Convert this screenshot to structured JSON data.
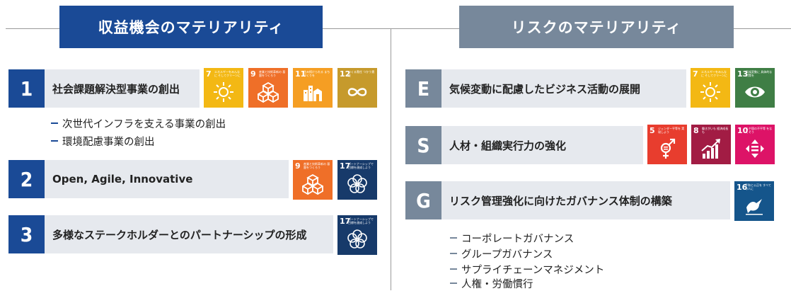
{
  "headers": {
    "left": "収益機会のマテリアリティ",
    "right": "リスクのマテリアリティ"
  },
  "left_rows": [
    {
      "badge": "1",
      "title": "社会課題解決型事業の創出"
    },
    {
      "badge": "2",
      "title": "Open, Agile, Innovative"
    },
    {
      "badge": "3",
      "title": "多様なステークホルダーとのパートナーシップの形成"
    }
  ],
  "left_sub_items": [
    "次世代インフラを支える事業の創出",
    "環境配慮事業の創出"
  ],
  "right_rows": [
    {
      "badge": "E",
      "title": "気候変動に配慮したビジネス活動の展開"
    },
    {
      "badge": "S",
      "title": "人材・組織実行力の強化"
    },
    {
      "badge": "G",
      "title": "リスク管理強化に向けたガバナンス体制の構築"
    }
  ],
  "right_sub_items": [
    "コーポレートガバナンス",
    "グループガバナンス",
    "サプライチェーンマネジメント",
    "人権・労働慣行"
  ],
  "sdgs": {
    "g7": {
      "num": "7",
      "caption": "エネルギーをみんなに そしてクリーンに",
      "color": "#f3b814",
      "icon": "sun-icon"
    },
    "g9": {
      "num": "9",
      "caption": "産業と技術革新の 基盤をつくろう",
      "color": "#ef6f28",
      "icon": "cubes-icon"
    },
    "g11": {
      "num": "11",
      "caption": "住み続けられる まちづくりを",
      "color": "#f59e23",
      "icon": "city-icon"
    },
    "g12": {
      "num": "12",
      "caption": "つくる責任 つかう責任",
      "color": "#c69a2c",
      "icon": "infinity-icon"
    },
    "g17": {
      "num": "17",
      "caption": "パートナーシップで 目標を達成しよう",
      "color": "#173a6a",
      "icon": "rings-icon"
    },
    "g13": {
      "num": "13",
      "caption": "気候変動に 具体的な対策を",
      "color": "#3f7e45",
      "icon": "eye-globe-icon"
    },
    "g5": {
      "num": "5",
      "caption": "ジェンダー平等を 実現しよう",
      "color": "#e83d2e",
      "icon": "gender-icon"
    },
    "g8": {
      "num": "8",
      "caption": "働きがいも 経済成長も",
      "color": "#a21c44",
      "icon": "growth-chart-icon"
    },
    "g10": {
      "num": "10",
      "caption": "人や国の不平等 をなくそう",
      "color": "#dd1367",
      "icon": "equality-icon"
    },
    "g16": {
      "num": "16",
      "caption": "平和と公正を すべての人に",
      "color": "#15558b",
      "icon": "dove-icon"
    }
  }
}
